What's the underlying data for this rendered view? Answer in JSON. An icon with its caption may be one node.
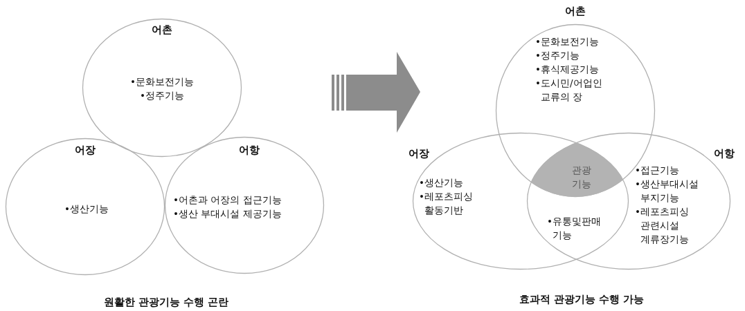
{
  "diagram": {
    "nodes": [
      {
        "text": [
          "어촌",
          "•문화보전기능",
          "•정주기능"
        ]
      },
      {
        "text": [
          "어장",
          "•생산기능"
        ]
      },
      {
        "text": [
          "어항",
          "•어촌과 어장의 접근기능",
          "•생산 부대시설 제공기능"
        ]
      },
      {
        "text": [
          "어촌",
          "•문화보전기능",
          "•정주기능",
          "•휴식제공기능",
          "•도시민/어업인 교류의 장"
        ]
      },
      {
        "text": [
          "어장",
          "•생산기능",
          "•레포츠피싱 활동기반"
        ]
      },
      {
        "text": [
          "어항",
          "•접근기능",
          "•생산부대시설 부지기능",
          "•레포츠피싱 관련시설 계류장기능"
        ]
      },
      {
        "text": [
          "관광 기능"
        ]
      }
    ],
    "edges": [],
    "labels": [
      "•유통및판매 기능",
      "원활한 관광기능 수행 곤란",
      "효과적 관광기능 수행 가능"
    ]
  }
}
